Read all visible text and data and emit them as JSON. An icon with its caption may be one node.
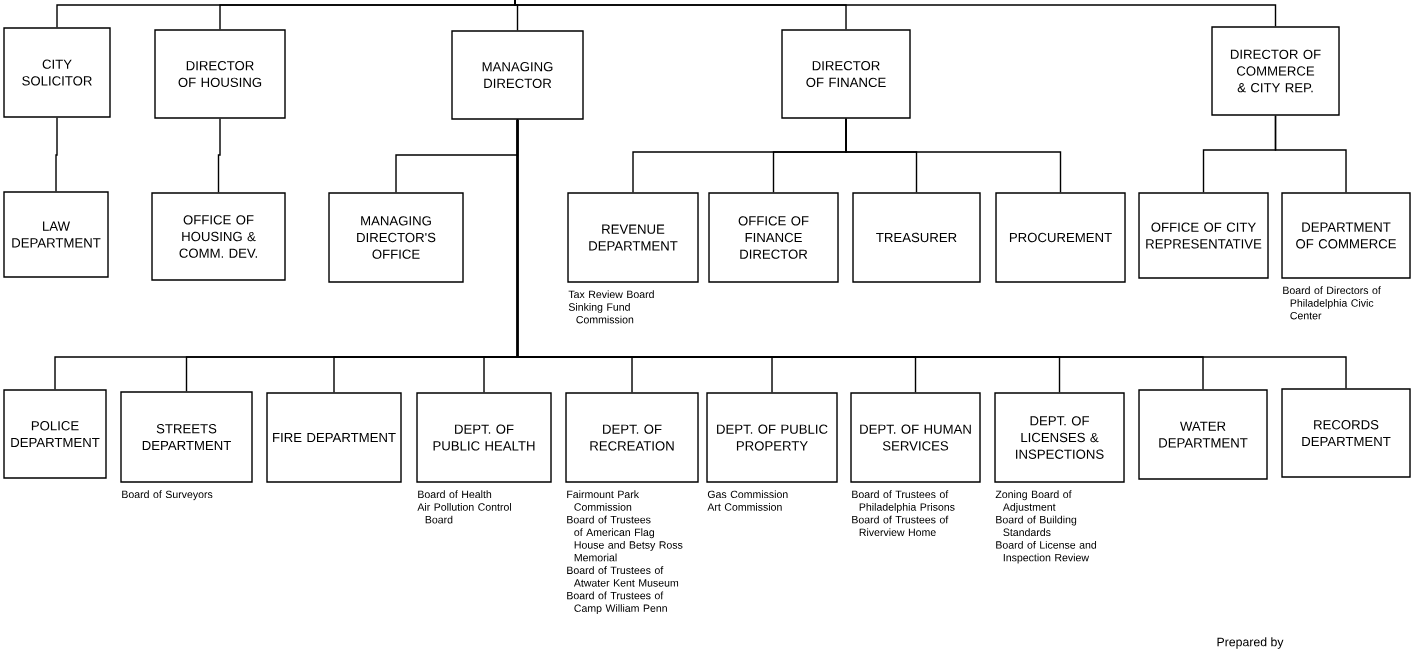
{
  "diagram": {
    "nodes": [
      {
        "text": [
          "CITY SOLICITOR"
        ]
      },
      {
        "text": [
          "DIRECTOR OF HOUSING"
        ]
      },
      {
        "text": [
          "MANAGING DIRECTOR"
        ]
      },
      {
        "text": [
          "DIRECTOR OF FINANCE"
        ]
      },
      {
        "text": [
          "DIRECTOR OF COMMERCE & CITY REP."
        ]
      },
      {
        "text": [
          "LAW DEPARTMENT"
        ]
      },
      {
        "text": [
          "OFFICE OF HOUSING & COMM. DEV."
        ]
      },
      {
        "text": [
          "MANAGING DIRECTOR'S OFFICE"
        ]
      },
      {
        "text": [
          "REVENUE DEPARTMENT"
        ],
        "beside": [
          "Tax Review Board",
          "Sinking Fund Commission"
        ]
      },
      {
        "text": [
          "OFFICE OF FINANCE DIRECTOR"
        ]
      },
      {
        "text": [
          "TREASURER"
        ]
      },
      {
        "text": [
          "PROCUREMENT"
        ]
      },
      {
        "text": [
          "OFFICE OF CITY REPRESENTATIVE"
        ]
      },
      {
        "text": [
          "DEPARTMENT OF COMMERCE"
        ],
        "beside": [
          "Board of Directors of Philadelphia Civic Center"
        ]
      },
      {
        "text": [
          "POLICE DEPARTMENT"
        ]
      },
      {
        "text": [
          "STREETS DEPARTMENT"
        ],
        "beside": [
          "Board of Surveyors"
        ]
      },
      {
        "text": [
          "FIRE DEPARTMENT"
        ]
      },
      {
        "text": [
          "DEPT. OF PUBLIC HEALTH"
        ],
        "beside": [
          "Board of Health",
          "Air Pollution Control Board"
        ]
      },
      {
        "text": [
          "DEPT. OF RECREATION"
        ],
        "beside": [
          "Fairmount Park Commission",
          "Board of Trustees of American Flag House and Betsy Ross Memorial",
          "Board of Trustees of Atwater Kent Museum",
          "Board of Trustees of Camp William Penn"
        ]
      },
      {
        "text": [
          "DEPT. OF PUBLIC PROPERTY"
        ],
        "beside": [
          "Gas Commission",
          "Art Commission"
        ]
      },
      {
        "text": [
          "DEPT. OF HUMAN SERVICES"
        ],
        "beside": [
          "Board of Trustees of Philadelphia Prisons",
          "Board of Trustees of Riverview Home"
        ]
      },
      {
        "text": [
          "DEPT. OF LICENSES & INSPECTIONS"
        ],
        "beside": [
          "Zoning Board of Adjustment",
          "Board of Building Standards",
          "Board of License and Inspection Review"
        ]
      },
      {
        "text": [
          "WATER DEPARTMENT"
        ]
      },
      {
        "text": [
          "RECORDS DEPARTMENT"
        ]
      }
    ],
    "edges": [
      {
        "from": null,
        "to": 0,
        "arrow": "none"
      },
      {
        "from": null,
        "to": 1,
        "arrow": "none"
      },
      {
        "from": null,
        "to": 2,
        "arrow": "none"
      },
      {
        "from": null,
        "to": 3,
        "arrow": "none"
      },
      {
        "from": null,
        "to": 4,
        "arrow": "none"
      },
      {
        "from": 0,
        "to": 5,
        "arrow": "none"
      },
      {
        "from": 1,
        "to": 6,
        "arrow": "none"
      },
      {
        "from": 2,
        "to": 7,
        "arrow": "none"
      },
      {
        "from": 3,
        "to": 8,
        "arrow": "none"
      },
      {
        "from": 3,
        "to": 9,
        "arrow": "none"
      },
      {
        "from": 3,
        "to": 10,
        "arrow": "none"
      },
      {
        "from": 3,
        "to": 11,
        "arrow": "none"
      },
      {
        "from": 4,
        "to": 12,
        "arrow": "none"
      },
      {
        "from": 4,
        "to": 13,
        "arrow": "none"
      },
      {
        "from": 2,
        "to": 14,
        "arrow": "none"
      },
      {
        "from": 2,
        "to": 15,
        "arrow": "none"
      },
      {
        "from": 2,
        "to": 16,
        "arrow": "none"
      },
      {
        "from": 2,
        "to": 17,
        "arrow": "none"
      },
      {
        "from": 2,
        "to": 18,
        "arrow": "none"
      },
      {
        "from": 2,
        "to": 19,
        "arrow": "none"
      },
      {
        "from": 2,
        "to": 20,
        "arrow": "none"
      },
      {
        "from": 2,
        "to": 21,
        "arrow": "none"
      },
      {
        "from": 2,
        "to": 22,
        "arrow": "none"
      },
      {
        "from": 2,
        "to": 23,
        "arrow": "none"
      }
    ],
    "labels": [
      "Prepared by"
    ]
  }
}
